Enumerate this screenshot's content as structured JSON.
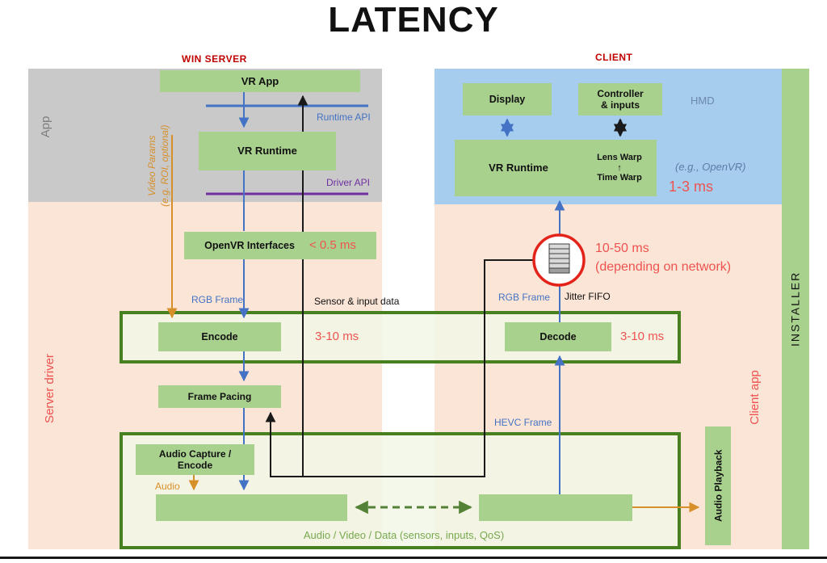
{
  "title": "LATENCY",
  "colors": {
    "region_gray": "#c9c9c9",
    "region_peach": "#fbe5d6",
    "region_blue": "#a6cdee",
    "box_green": "#a9d18e",
    "band_border": "#46801f",
    "red_header": "#c00000",
    "red_annotation": "#ee5350",
    "blue": "#4472c4",
    "purple": "#7030a0",
    "orange": "#d78f2a",
    "green_dark": "#538135"
  },
  "server": {
    "header": "WIN SERVER",
    "app_region_label": "App",
    "driver_region_label": "Server driver",
    "video_params_line1": "Video Params",
    "video_params_line2": "(e.g. ROI, optional)",
    "boxes": {
      "vr_app": "VR App",
      "vr_runtime": "VR Runtime",
      "openvr_interfaces": "OpenVR Interfaces",
      "encode": "Encode",
      "frame_pacing": "Frame Pacing",
      "audio_capture_line1": "Audio Capture /",
      "audio_capture_line2": "Encode"
    },
    "labels": {
      "runtime_api": "Runtime API",
      "driver_api": "Driver API",
      "rgb_frame": "RGB Frame",
      "sensor_input": "Sensor & input data",
      "audio": "Audio"
    },
    "metrics": {
      "openvr": "< 0.5 ms",
      "encode": "3-10 ms"
    }
  },
  "client": {
    "header": "CLIENT",
    "hmd_label": "HMD",
    "app_region_label": "Client app",
    "boxes": {
      "display": "Display",
      "controller_line1": "Controller",
      "controller_line2": "& inputs",
      "vr_runtime": "VR Runtime",
      "lens_warp": "Lens Warp",
      "warp_arrow": "↑",
      "time_warp": "Time Warp",
      "decode": "Decode",
      "audio_playback": "Audio Playback"
    },
    "labels": {
      "openvr_note": "(e.g., OpenVR)",
      "rgb_frame": "RGB Frame",
      "jitter_fifo": "Jitter FIFO",
      "hevc_frame": "HEVC Frame"
    },
    "metrics": {
      "warp": "1-3 ms",
      "decode": "3-10 ms",
      "network_line1": "10-50 ms",
      "network_line2": "(depending on network)"
    }
  },
  "installer_label": "INSTALLER",
  "transport_label": "Audio / Video / Data (sensors, inputs, QoS)"
}
